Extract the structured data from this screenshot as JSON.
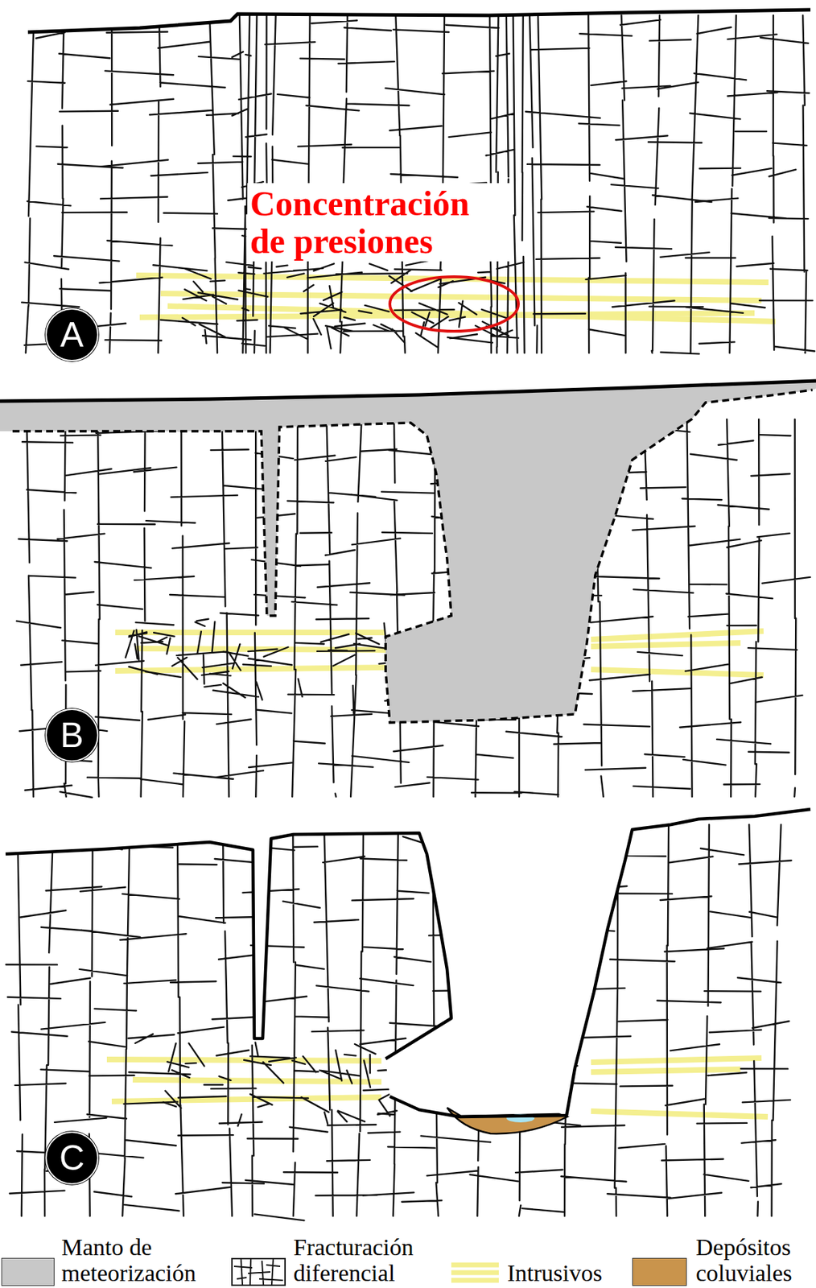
{
  "diagram": {
    "nodes": [
      {
        "text": [
          "A"
        ]
      },
      {
        "text": [
          "B"
        ]
      },
      {
        "text": [
          "C"
        ]
      }
    ],
    "labels": [
      "Concentración de presiones"
    ],
    "legend": [
      {
        "text": "Manto de meteorización",
        "color": "#c8c8c8"
      },
      {
        "text": "Fracturación diferencial"
      },
      {
        "text": "Intrusivos"
      },
      {
        "text": "Depósitos coluviales",
        "color": "#c9944c"
      }
    ]
  }
}
